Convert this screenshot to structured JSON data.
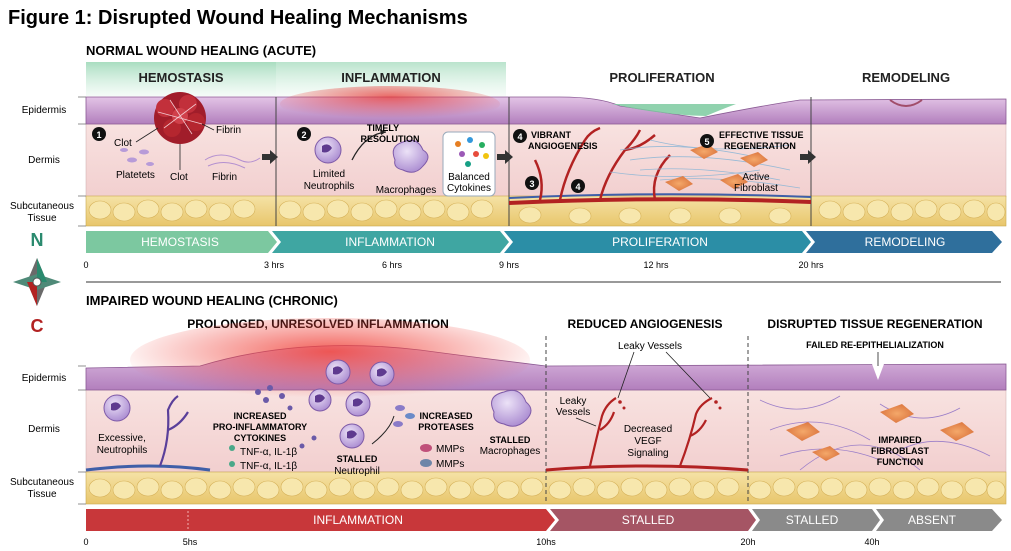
{
  "figure_title": "Figure 1: Disrupted Wound Healing Mechanisms",
  "colors": {
    "epidermis": "#c79ad0",
    "dermis": "#f6d9d8",
    "subcutaneous": "#f0d68a",
    "vessel_red": "#b22222",
    "vessel_blue": "#3f5fa8",
    "inflammation_glow": "#e53935",
    "acute_hemostasis": "#7cc8a0",
    "acute_inflammation": "#3fa6a2",
    "acute_proliferation": "#2b8ea6",
    "acute_remodeling": "#2f6f9c",
    "chronic_inflammation": "#c8373a",
    "chronic_stalled": "#a55564",
    "chronic_gray": "#8a8a8a"
  },
  "compass": {
    "north": "N",
    "south": "C"
  },
  "acute": {
    "title": "NORMAL WOUND HEALING (ACUTE)",
    "phases": [
      "HEMOSTASIS",
      "INFLAMMATION",
      "PROLIFERATION",
      "REMODELING"
    ],
    "layers": [
      "Epidermis",
      "Dermis",
      "Subcutaneous",
      "Tissue"
    ],
    "labels": {
      "n1": "1",
      "clot1": "Clot",
      "fibrin1": "Fibrin",
      "platelets": "Platetets",
      "clot2": "Clot",
      "fibrin2": "Fibrin",
      "n2": "2",
      "timely1": "TIMELY",
      "timely2": "RESOLUTION",
      "neutro1": "Limited",
      "neutro2": "Neutrophils",
      "macro": "Macrophages",
      "cyto1": "Balanced",
      "cyto2": "Cytokines",
      "n4a": "4",
      "vib1": "VIBRANT",
      "vib2": "ANGIOGENESIS",
      "n3": "3",
      "n4b": "4",
      "n5": "5",
      "eff1": "EFFECTIVE TISSUE",
      "eff2": "REGENERATION",
      "fib1": "Active",
      "fib2": "Fibroblast"
    },
    "timeline": {
      "segments": [
        "HEMOSTASIS",
        "INFLAMMATION",
        "PROLIFERATION",
        "REMODELING"
      ],
      "ticks": [
        "0",
        "3 hrs",
        "6 hrs",
        "9 hrs",
        "12 hrs",
        "20 hrs"
      ]
    }
  },
  "chronic": {
    "title": "IMPAIRED WOUND HEALING (CHRONIC)",
    "headers": [
      "PROLONGED, UNRESOLVED INFLAMMATION",
      "REDUCED ANGIOGENESIS",
      "DISRUPTED TISSUE REGENERATION"
    ],
    "layers": [
      "Epidermis",
      "Dermis",
      "Subcutaneous",
      "Tissue"
    ],
    "labels": {
      "exc1": "Excessive,",
      "exc2": "Neutrophils",
      "inc1": "INCREASED",
      "inc2": "PRO-INFLAMMATORY",
      "inc3": "CYTOKINES",
      "tnf1": "TNF-α, IL-1β",
      "tnf2": "TNF-α, IL-1β",
      "stalledN1": "STALLED",
      "stalledN2": "Neutrophil",
      "prot1": "INCREASED",
      "prot2": "PROTEASES",
      "mmp1": "MMPs",
      "mmp2": "MMPs",
      "stalledM1": "STALLED",
      "stalledM2": "Macrophages",
      "leaky_top": "Leaky Vessels",
      "leaky1": "Leaky",
      "leaky2": "Vessels",
      "vegf1": "Decreased",
      "vegf2": "VEGF",
      "vegf3": "Signaling",
      "failed": "FAILED RE-EPITHELIALIZATION",
      "imp1": "IMPAIRED",
      "imp2": "FIBROBLAST",
      "imp3": "FUNCTION"
    },
    "timeline": {
      "segments": [
        "INFLAMMATION",
        "STALLED",
        "STALLED",
        "ABSENT"
      ],
      "ticks": [
        "0",
        "5hs",
        "10hs",
        "20h",
        "40h"
      ]
    }
  }
}
